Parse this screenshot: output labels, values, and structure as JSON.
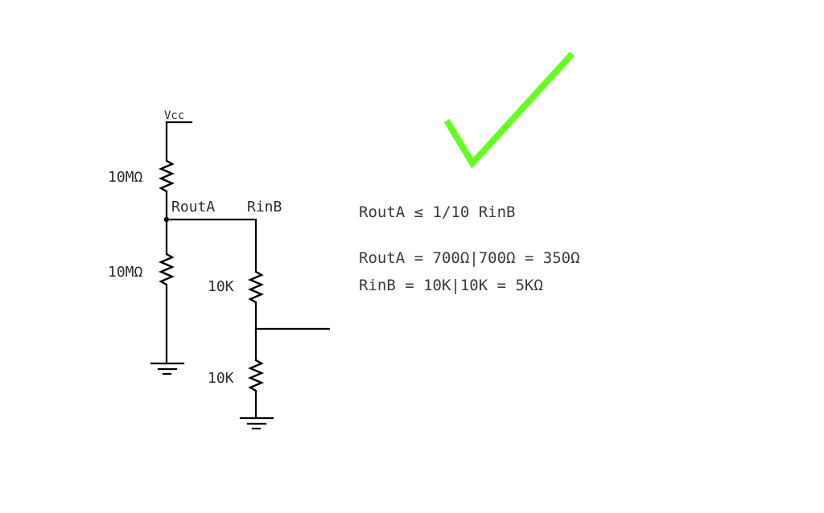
{
  "circuit": {
    "supply_label": "Vcc",
    "r_top_label": "10MΩ",
    "r_bottom_label": "10MΩ",
    "node_out_label": "RoutA",
    "node_in_label": "RinB",
    "r_b_top_label": "10K",
    "r_b_bottom_label": "10K"
  },
  "equations": {
    "condition": "RoutA ≤ 1/10 RinB",
    "rout": "RoutA = 700Ω|700Ω = 350Ω",
    "rin": "RinB = 10K|10K = 5KΩ"
  },
  "checkmark": {
    "color": "#66ff22",
    "icon": "checkmark-icon"
  }
}
